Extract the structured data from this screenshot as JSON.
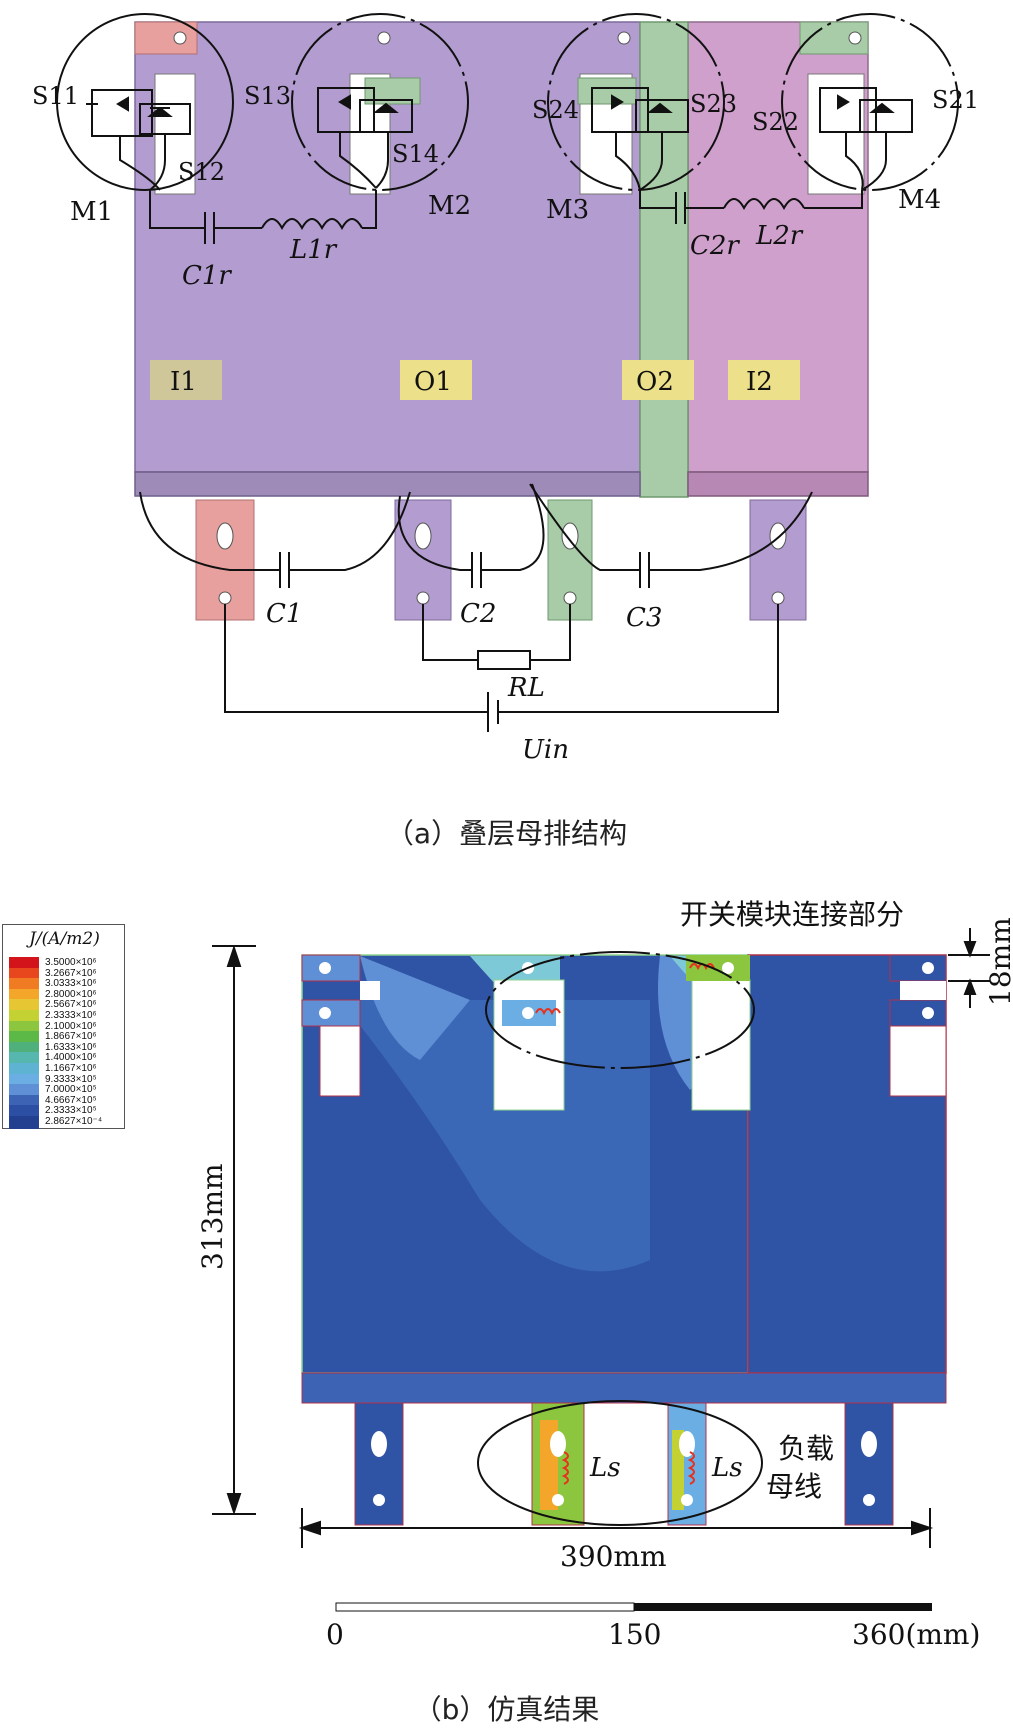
{
  "panel_a": {
    "caption": "（a）叠层母排结构",
    "switches": [
      "S",
      "S",
      "S",
      "S",
      "S",
      "S",
      "S",
      "S"
    ],
    "switch_labels": {
      "s11": "S11",
      "s12": "S12",
      "s13": "S13",
      "s14": "S14",
      "s24": "S24",
      "s23": "S23",
      "s22": "S22",
      "s21": "S21"
    },
    "modules": {
      "m1": "M1",
      "m2": "M2",
      "m3": "M3",
      "m4": "M4"
    },
    "resonant": {
      "c1r": "C1r",
      "l1r": "L1r",
      "c2r": "C2r",
      "l2r": "L2r"
    },
    "terminals": {
      "i1": "I1",
      "o1": "O1",
      "o2": "O2",
      "i2": "I2"
    },
    "capacitors": {
      "c1": "C1",
      "c2": "C2",
      "c3": "C3"
    },
    "load": "RL",
    "source": "Uin",
    "colors": {
      "plate_purple": "#b39ccf",
      "plate_pink": "#cfa0cc",
      "strip_green": "#a8cba8",
      "tab_red": "#e8a09e",
      "label_bg": "#ede08a",
      "label_bg_i1": "#cfc79a"
    }
  },
  "panel_b": {
    "caption": "（b）仿真结果",
    "annotation_top": "开关模块连接部分",
    "annotation_load_line1": "负载",
    "annotation_load_line2": "母线",
    "ls_label": "Ls",
    "dim_height": "313mm",
    "dim_width": "390mm",
    "dim_tab": "18mm",
    "scale": {
      "start": "0",
      "mid": "150",
      "end": "360(mm)"
    },
    "legend": {
      "title": "J/(A/m2)",
      "entries": [
        {
          "label": "3.5000×10⁶",
          "color": "#d4141b"
        },
        {
          "label": "3.2667×10⁶",
          "color": "#e8461d"
        },
        {
          "label": "3.0333×10⁶",
          "color": "#f07b22"
        },
        {
          "label": "2.8000×10⁶",
          "color": "#f4a62b"
        },
        {
          "label": "2.5667×10⁶",
          "color": "#e6c733"
        },
        {
          "label": "2.3333×10⁶",
          "color": "#c3d232"
        },
        {
          "label": "2.1000×10⁶",
          "color": "#8cc63f"
        },
        {
          "label": "1.8667×10⁶",
          "color": "#5cb847"
        },
        {
          "label": "1.6333×10⁶",
          "color": "#4fb07c"
        },
        {
          "label": "1.4000×10⁶",
          "color": "#55b7ad"
        },
        {
          "label": "1.1667×10⁶",
          "color": "#5fb3d2"
        },
        {
          "label": "9.3333×10⁵",
          "color": "#6aaee4"
        },
        {
          "label": "7.0000×10⁵",
          "color": "#5f8fd4"
        },
        {
          "label": "4.6667×10⁵",
          "color": "#3d64b4"
        },
        {
          "label": "2.3333×10⁵",
          "color": "#2d4fa3"
        },
        {
          "label": "2.8627×10⁻⁴",
          "color": "#22408f"
        }
      ]
    },
    "colors": {
      "field_dark": "#2f54a5",
      "field_mid": "#3b67b7",
      "field_light": "#6aaee4",
      "field_cyan": "#7ec9d8",
      "field_green": "#8cc63f",
      "hot_red": "#e8301c"
    }
  }
}
